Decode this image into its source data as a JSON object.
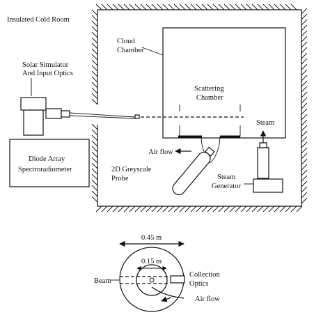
{
  "labels": {
    "room": "Insulated Cold Room",
    "cloud_chamber": [
      "Cloud",
      "Chamber"
    ],
    "solar_simulator": [
      "Solar Simulator",
      "And Input Optics"
    ],
    "scattering_chamber": [
      "Scattering",
      "Chamber"
    ],
    "steam": "Steam",
    "air_flow": "Air flow",
    "diode_array": [
      "Diode Array",
      "Spectroradiometer"
    ],
    "probe": [
      "2D Greyscale",
      "Probe"
    ],
    "steam_generator": [
      "Steam",
      "Generator"
    ]
  },
  "plan_view": {
    "outer_diameter": "0.45 m",
    "inner_diameter": "0.15 m",
    "beam": "Beam",
    "collection_optics": [
      "Collection",
      "Optics"
    ],
    "air_flow": "Air flow"
  }
}
